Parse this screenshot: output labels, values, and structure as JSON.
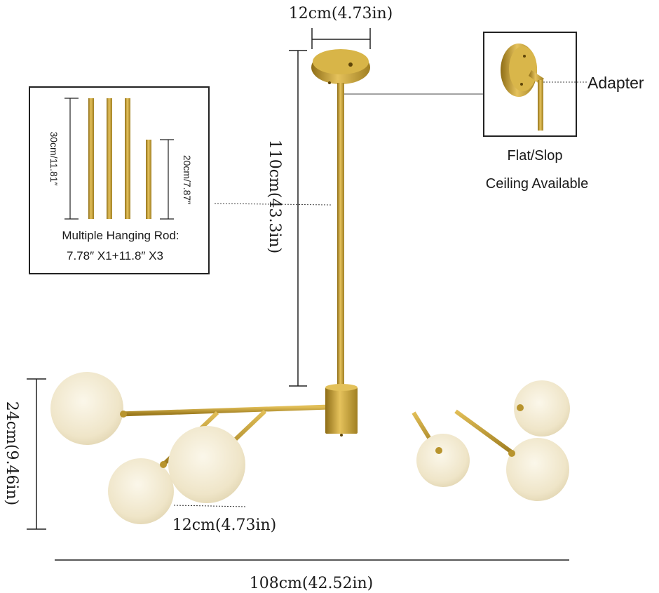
{
  "dimensions": {
    "canopy_width": "12cm(4.73in)",
    "total_height": "110cm(43.3in)",
    "fixture_height": "24cm(9.46in)",
    "globe_diameter": "12cm(4.73in)",
    "total_width": "108cm(42.52in)"
  },
  "rod_box": {
    "long_rod": "30cm/11.81″",
    "short_rod": "20cm/7.87″",
    "caption_line1": "Multiple Hanging Rod:",
    "caption_line2": "7.78″  X1+11.8″  X3"
  },
  "adapter": {
    "label": "Adapter",
    "caption_line1": "Flat/Slop",
    "caption_line2": "Ceiling Available"
  },
  "colors": {
    "brass": "#c9a43a",
    "brass_dark": "#9c7a1e",
    "globe": "#f3ecd8",
    "line": "#222222"
  }
}
